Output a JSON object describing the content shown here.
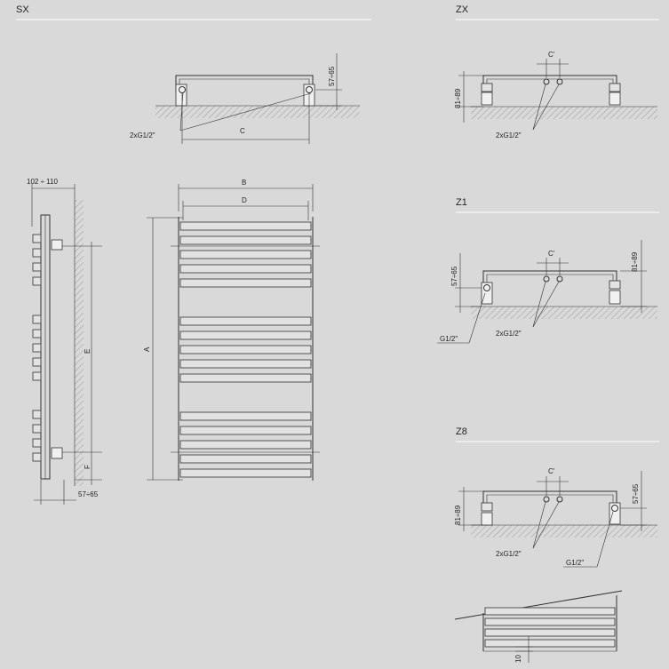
{
  "sections": {
    "sx": "SX",
    "zx": "ZX",
    "z1": "Z1",
    "z8": "Z8"
  },
  "dimensions": {
    "range_57_65": "57÷65",
    "range_81_89": "81÷89",
    "range_102_110": "102 ÷ 110",
    "pipe_2xg": "2xG1/2\"",
    "pipe_g": "G1/2\"",
    "c": "C",
    "c_prime": "C'",
    "a": "A",
    "b": "B",
    "d": "D",
    "e": "E",
    "f": "F",
    "ten": "10"
  },
  "colors": {
    "background": "#d9d9d9",
    "lines": "#333333",
    "divider": "#ffffff",
    "hatch": "#9a9a9a"
  }
}
